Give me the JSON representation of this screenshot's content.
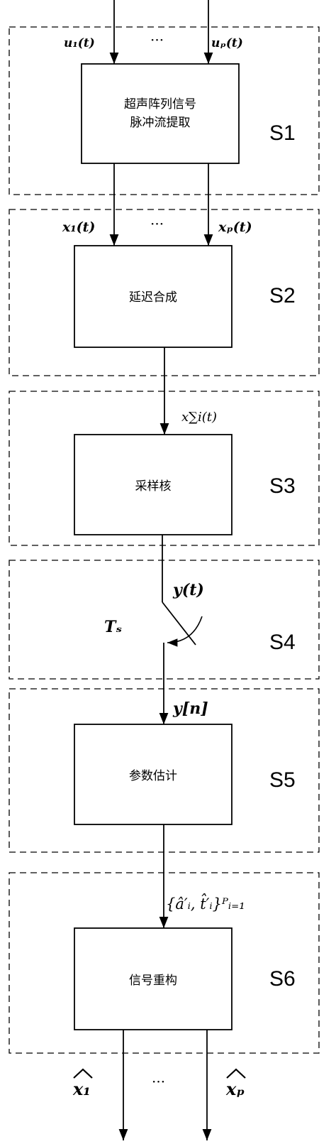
{
  "stages": [
    {
      "id": "S1",
      "label": "S1",
      "box_text": [
        "超声阵列信号",
        "脉冲流提取"
      ]
    },
    {
      "id": "S2",
      "label": "S2",
      "box_text": [
        "延迟合成"
      ]
    },
    {
      "id": "S3",
      "label": "S3",
      "box_text": [
        "采样核"
      ]
    },
    {
      "id": "S4",
      "label": "S4",
      "box_text": []
    },
    {
      "id": "S5",
      "label": "S5",
      "box_text": [
        "参数估计"
      ]
    },
    {
      "id": "S6",
      "label": "S6",
      "box_text": [
        "信号重构"
      ]
    }
  ],
  "signals": {
    "input_first": "u₁(t)",
    "input_last": "uₚ(t)",
    "s2_in_first": "x₁(t)",
    "s2_in_last": "xₚ(t)",
    "sum_signal": "x∑i(t)",
    "sampled_cont": "y(t)",
    "sampling_period": "Tₛ",
    "discrete": "y[n]",
    "params": "{â′ᵢ, t̂′ᵢ}ᴾᵢ₌₁",
    "output_first": "x₁",
    "output_last": "xₚ"
  },
  "ellipsis": "···"
}
